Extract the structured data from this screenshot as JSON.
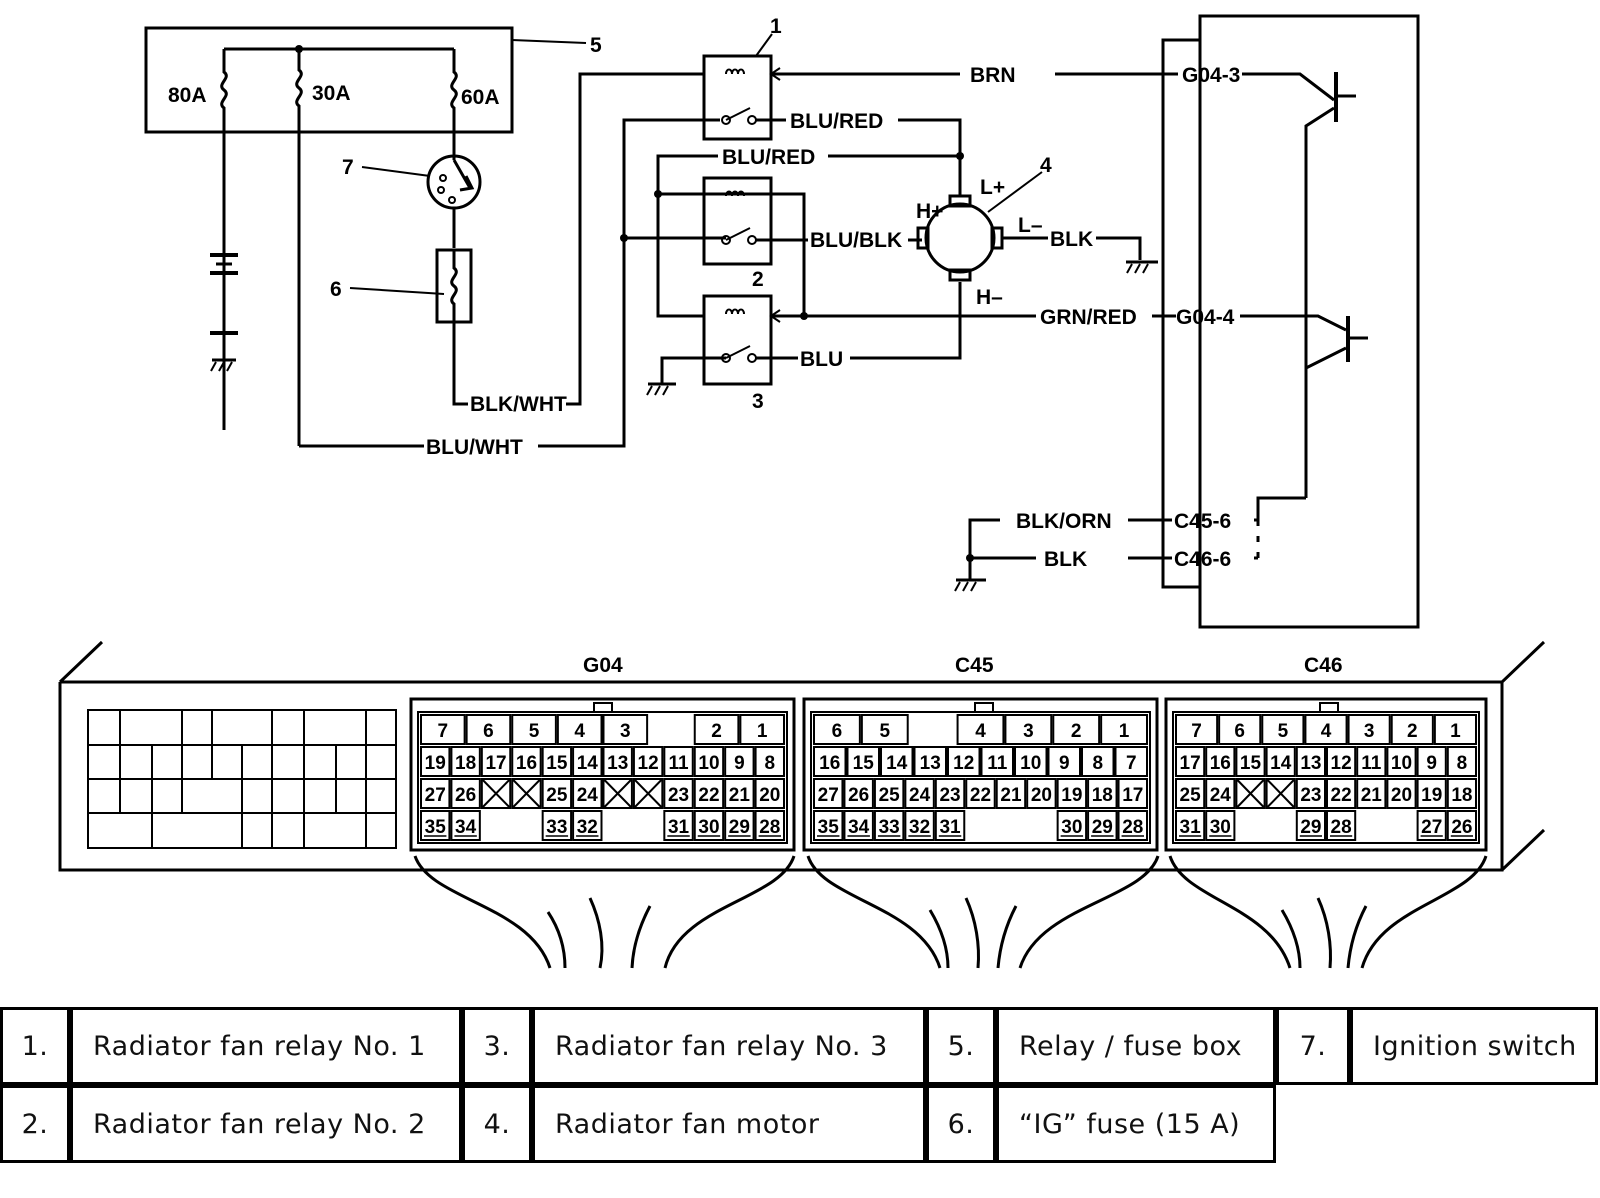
{
  "callouts": [
    "1",
    "2",
    "3",
    "4",
    "5",
    "6",
    "7"
  ],
  "fuses": [
    "80A",
    "30A",
    "60A"
  ],
  "wires": {
    "brn": "BRN",
    "blu_red_1": "BLU/RED",
    "blu_red_2": "BLU/RED",
    "blu_blk": "BLU/BLK",
    "blk_motor": "BLK",
    "grn_red": "GRN/RED",
    "blu": "BLU",
    "blk_wht": "BLK/WHT",
    "blu_wht": "BLU/WHT",
    "blk_orn": "BLK/ORN",
    "blk_ecm": "BLK"
  },
  "motor_terminals": {
    "h_plus": "H+",
    "l_plus": "L+",
    "l_minus": "L–",
    "h_minus": "H–"
  },
  "ecm_terminals": [
    "G04-3",
    "G04-4",
    "C45-6",
    "C46-6"
  ],
  "connectors": {
    "G04": {
      "name": "G04",
      "rows": [
        [
          "7",
          "6",
          "5",
          "4",
          "3",
          "",
          "2",
          "1"
        ],
        [
          "19",
          "18",
          "17",
          "16",
          "15",
          "14",
          "13",
          "12",
          "11",
          "10",
          "9",
          "8"
        ],
        [
          "27",
          "26",
          "X",
          "X",
          "25",
          "24",
          "X",
          "X",
          "23",
          "22",
          "21",
          "20"
        ],
        [
          "35",
          "34",
          "",
          "",
          "33",
          "32",
          "",
          "",
          "31",
          "30",
          "29",
          "28"
        ]
      ]
    },
    "C45": {
      "name": "C45",
      "rows": [
        [
          "6",
          "5",
          "",
          "4",
          "3",
          "2",
          "1"
        ],
        [
          "16",
          "15",
          "14",
          "13",
          "12",
          "11",
          "10",
          "9",
          "8",
          "7"
        ],
        [
          "27",
          "26",
          "25",
          "24",
          "23",
          "22",
          "21",
          "20",
          "19",
          "18",
          "17"
        ],
        [
          "35",
          "34",
          "33",
          "32",
          "31",
          "",
          "",
          "",
          "30",
          "29",
          "28"
        ]
      ]
    },
    "C46": {
      "name": "C46",
      "rows": [
        [
          "7",
          "6",
          "5",
          "4",
          "3",
          "2",
          "1"
        ],
        [
          "17",
          "16",
          "15",
          "14",
          "13",
          "12",
          "11",
          "10",
          "9",
          "8"
        ],
        [
          "25",
          "24",
          "X",
          "X",
          "23",
          "22",
          "21",
          "20",
          "19",
          "18"
        ],
        [
          "31",
          "30",
          "",
          "",
          "29",
          "28",
          "",
          "",
          "27",
          "26"
        ]
      ]
    }
  },
  "legend": [
    {
      "num": "1.",
      "text": "Radiator fan relay No. 1"
    },
    {
      "num": "3.",
      "text": "Radiator fan relay No. 3"
    },
    {
      "num": "5.",
      "text": "Relay / fuse box"
    },
    {
      "num": "7.",
      "text": "Ignition switch"
    },
    {
      "num": "2.",
      "text": "Radiator fan relay No. 2"
    },
    {
      "num": "4.",
      "text": "Radiator fan motor"
    },
    {
      "num": "6.",
      "text": "“IG” fuse (15 A)"
    }
  ]
}
